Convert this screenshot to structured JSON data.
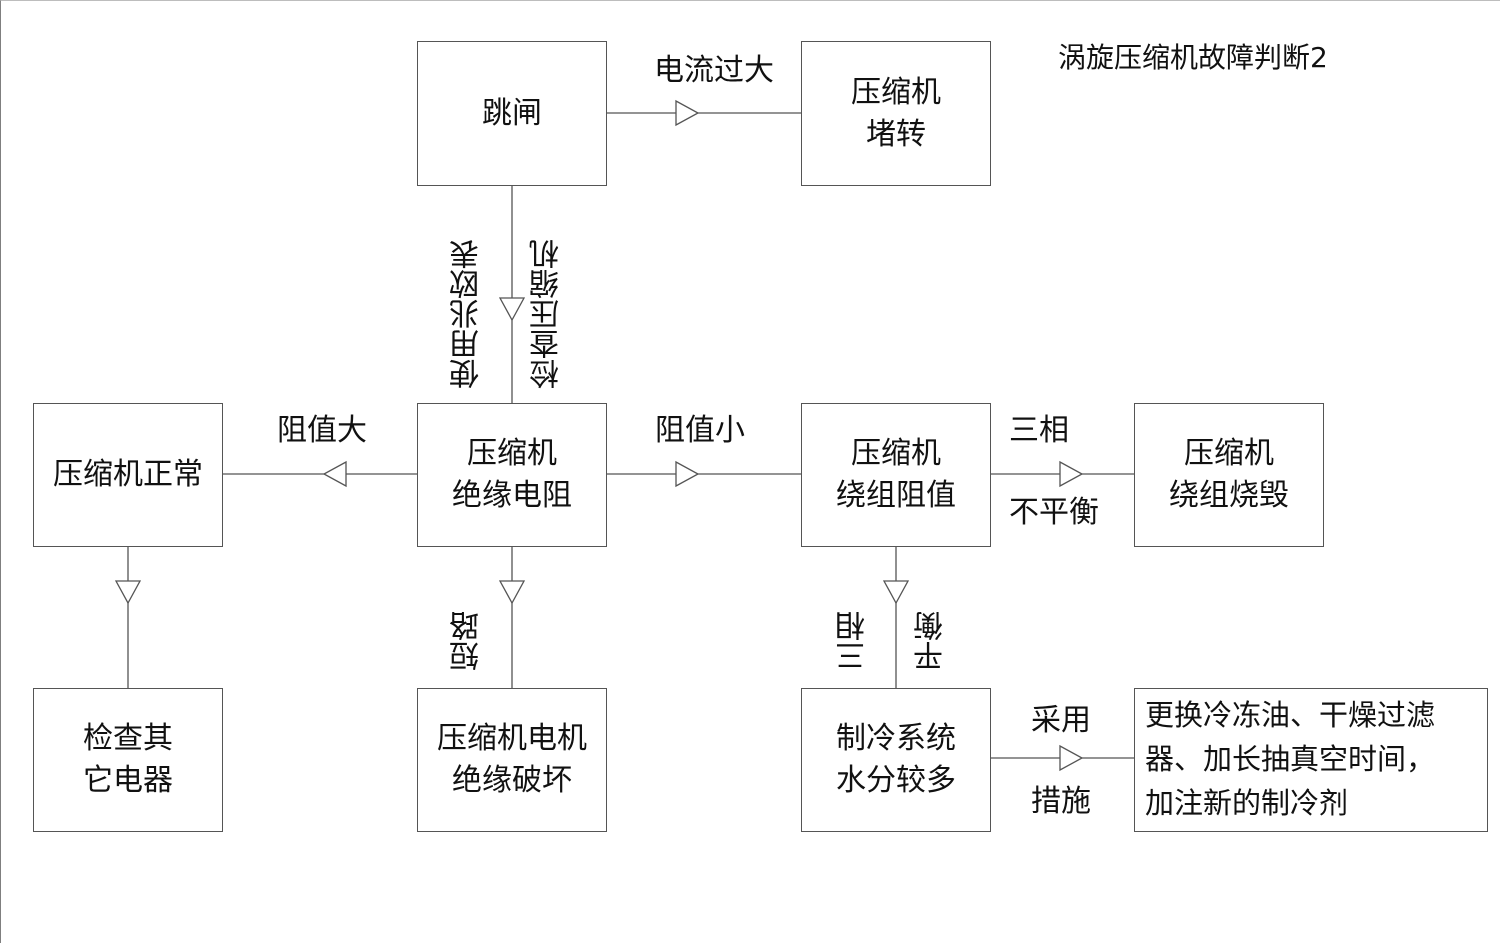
{
  "title": "涡旋压缩机故障判断2",
  "nodes": {
    "trip": [
      "跳闸"
    ],
    "locked": [
      "压缩机",
      "堵转"
    ],
    "normal": [
      "压缩机正常"
    ],
    "insulation": [
      "压缩机",
      "绝缘电阻"
    ],
    "winding_value": [
      "压缩机",
      "绕组阻值"
    ],
    "winding_burn": [
      "压缩机",
      "绕组烧毁"
    ],
    "check_other": [
      "检查其",
      "它电器"
    ],
    "motor_damage": [
      "压缩机电机",
      "绝缘破坏"
    ],
    "moisture": [
      "制冷系统",
      "水分较多"
    ],
    "measures": [
      "更换冷冻油、干燥过滤",
      "器、加长抽真空时间，",
      "加注新的制冷剂"
    ]
  },
  "edge_labels": {
    "overcurrent": "电流过大",
    "megger_a": "使用兆欧表",
    "megger_b": "检查压缩机",
    "high_resistance": "阻值大",
    "low_resistance": "阻值小",
    "three_phase_top": "三相",
    "unbalanced": "不平衡",
    "short_circuit": "短路",
    "three_phase_vert": "三相",
    "balanced": "平衡",
    "adopt": "采用",
    "measure": "措施"
  }
}
